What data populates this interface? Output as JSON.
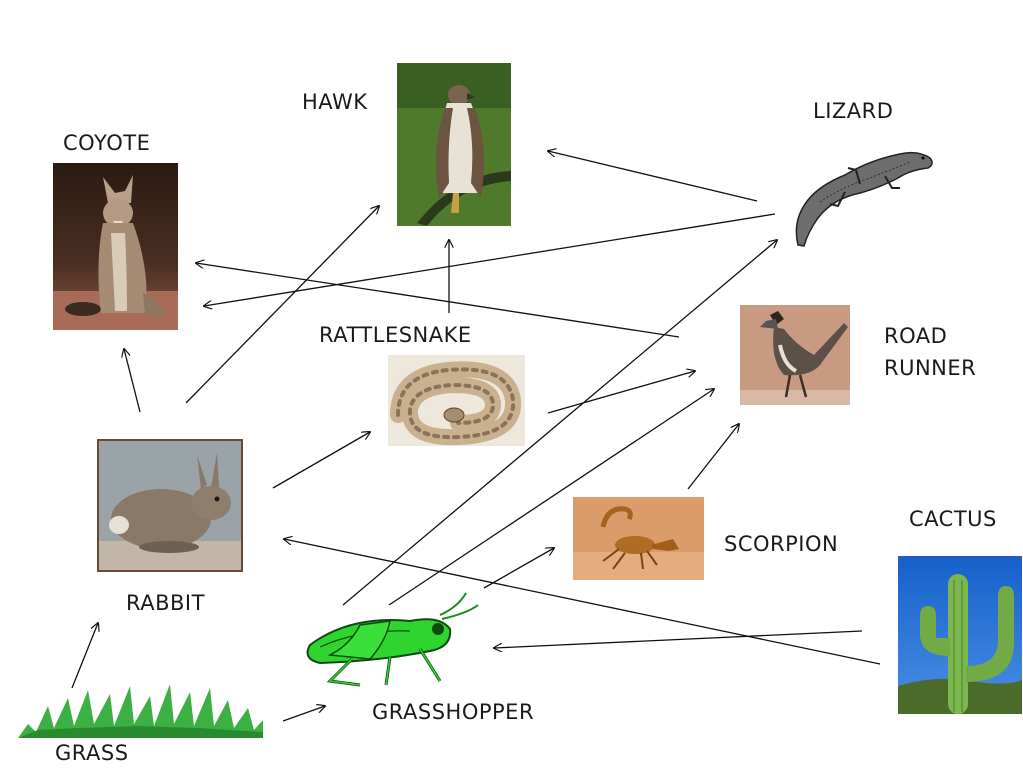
{
  "organisms": [
    {
      "id": "coyote",
      "label": "COYOTE",
      "icon": "coyote-photo-icon"
    },
    {
      "id": "hawk",
      "label": "HAWK",
      "icon": "hawk-photo-icon"
    },
    {
      "id": "lizard",
      "label": "LIZARD",
      "icon": "lizard-drawing-icon"
    },
    {
      "id": "rattlesnake",
      "label": "RATTLESNAKE",
      "icon": "rattlesnake-photo-icon"
    },
    {
      "id": "roadrunner",
      "label_line1": "ROAD",
      "label_line2": "RUNNER",
      "icon": "roadrunner-photo-icon"
    },
    {
      "id": "rabbit",
      "label": "RABBIT",
      "icon": "rabbit-photo-icon"
    },
    {
      "id": "scorpion",
      "label": "SCORPION",
      "icon": "scorpion-photo-icon"
    },
    {
      "id": "cactus",
      "label": "CACTUS",
      "icon": "cactus-photo-icon"
    },
    {
      "id": "grasshopper",
      "label": "GRASSHOPPER",
      "icon": "grasshopper-drawing-icon"
    },
    {
      "id": "grass",
      "label": "GRASS",
      "icon": "grass-drawing-icon"
    }
  ],
  "edges": [
    {
      "from": "lizard",
      "to": "hawk"
    },
    {
      "from": "lizard",
      "to": "coyote"
    },
    {
      "from": "roadrunner",
      "to": "coyote"
    },
    {
      "from": "rattlesnake",
      "to": "hawk"
    },
    {
      "from": "rabbit",
      "to": "coyote"
    },
    {
      "from": "rabbit",
      "to": "hawk"
    },
    {
      "from": "rabbit",
      "to": "rattlesnake"
    },
    {
      "from": "rattlesnake",
      "to": "roadrunner"
    },
    {
      "from": "scorpion",
      "to": "roadrunner"
    },
    {
      "from": "grasshopper",
      "to": "lizard"
    },
    {
      "from": "grasshopper",
      "to": "roadrunner"
    },
    {
      "from": "grasshopper",
      "to": "scorpion"
    },
    {
      "from": "cactus",
      "to": "grasshopper"
    },
    {
      "from": "cactus",
      "to": "rabbit"
    },
    {
      "from": "grass",
      "to": "rabbit"
    },
    {
      "from": "grass",
      "to": "grasshopper"
    }
  ],
  "colors": {
    "arrow": "#111111",
    "label": "#1a1a1a",
    "grass": "#3cb043",
    "grasshopper": "#2fd42f",
    "cactus": "#6ab04c",
    "sky": "#1e6fd9"
  }
}
